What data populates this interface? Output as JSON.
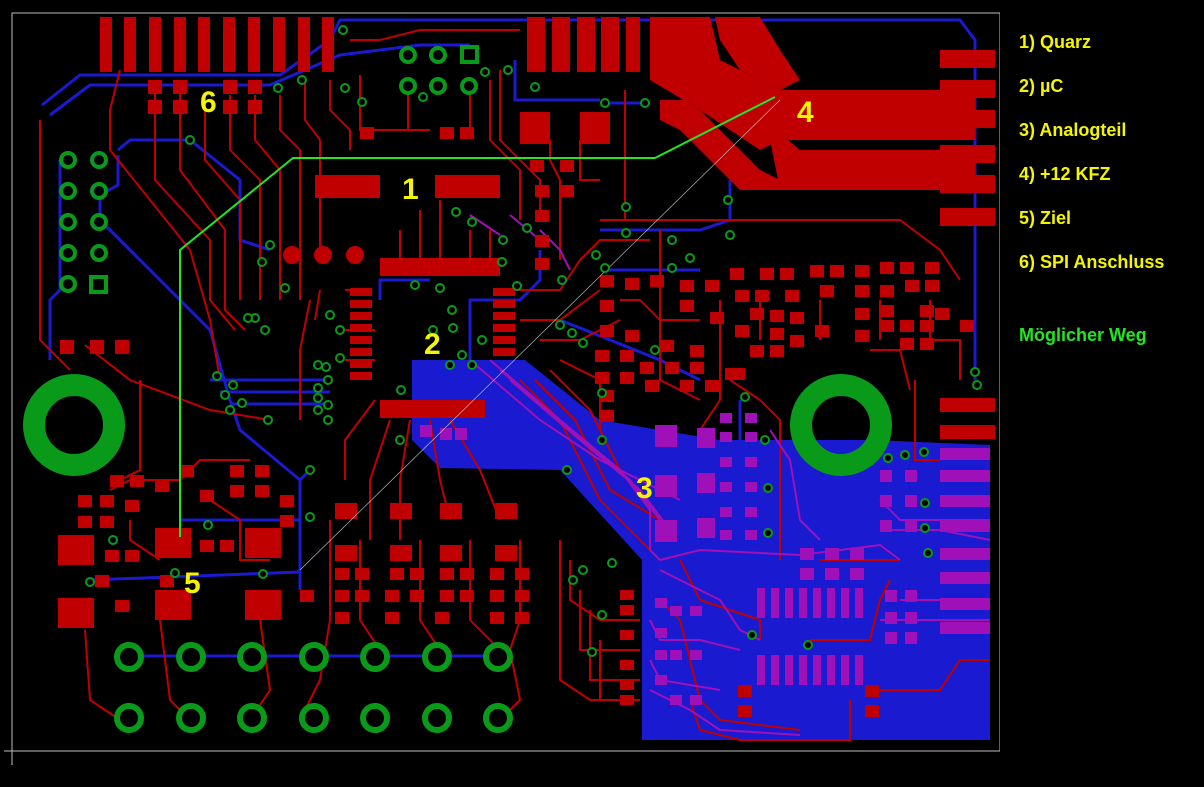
{
  "region_labels": [
    {
      "id": "1",
      "text": "1"
    },
    {
      "id": "2",
      "text": "2"
    },
    {
      "id": "3",
      "text": "3"
    },
    {
      "id": "4",
      "text": "4"
    },
    {
      "id": "5",
      "text": "5"
    },
    {
      "id": "6",
      "text": "6"
    }
  ],
  "legend": {
    "items": [
      "1) Quarz",
      "2) µC",
      "3) Analogteil",
      "4) +12 KFZ",
      "5) Ziel",
      "6) SPI Anschluss"
    ],
    "path_label": "Möglicher Weg"
  },
  "colors": {
    "background": "#000000",
    "top_copper": "#c00000",
    "bottom_copper": "#1a1ad0",
    "overlap": "#a010b8",
    "pads": "#0a9a1a",
    "label_yellow": "#f5f500",
    "path_green": "#22e622"
  }
}
